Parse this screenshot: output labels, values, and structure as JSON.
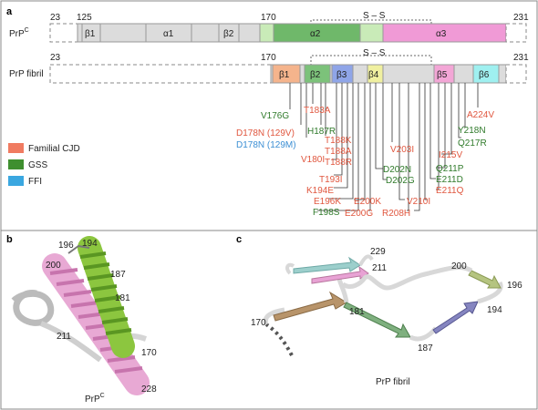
{
  "panel_a": {
    "label": "a",
    "prpc": {
      "row_label_main": "PrP",
      "row_label_sup": "C",
      "start_num": "23",
      "num_125": "125",
      "num_170": "170",
      "end_num": "231",
      "ss_label": "S – S",
      "segments": {
        "beta1": "β1",
        "alpha1": "α1",
        "beta2": "β2",
        "alpha2": "α2",
        "alpha3": "α3"
      }
    },
    "fibril": {
      "row_label": "PrP fibril",
      "start_num": "23",
      "num_170": "170",
      "end_num": "231",
      "ss_label": "S – S",
      "segments": {
        "beta1": "β1",
        "beta2": "β2",
        "beta3": "β3",
        "beta4": "β4",
        "beta5": "β5",
        "beta6": "β6"
      }
    },
    "legend": [
      {
        "label": "Familial CJD",
        "color": "#f07b61"
      },
      {
        "label": "GSS",
        "color": "#3f8f2f"
      },
      {
        "label": "FFI",
        "color": "#3aa7e0"
      }
    ],
    "mutations": {
      "V176G": "V176G",
      "D178N_129V": "D178N (129V)",
      "D178N_129M": "D178N (129M)",
      "V180I": "V180I",
      "T183A": "T183A",
      "H187R": "H187R",
      "T188K": "T188K",
      "T188A": "T188A",
      "T188R": "T188R",
      "T193I": "T193I",
      "K194E": "K194E",
      "E196K": "E196K",
      "F198S": "F198S",
      "E200K": "E200K",
      "E200G": "E200G",
      "D202N": "D202N",
      "D202G": "D202G",
      "V203I": "V203I",
      "R208H": "R208H",
      "V210I": "V210I",
      "E211D": "E211D",
      "E211Q": "E211Q",
      "Q211P": "Q211P",
      "I215V": "I215V",
      "Q217R": "Q217R",
      "Y218N": "Y218N",
      "A224V": "A224V"
    }
  },
  "panel_b": {
    "label": "b",
    "residues": {
      "r196": "196",
      "r194": "194",
      "r200": "200",
      "r187": "187",
      "r181": "181",
      "r211": "211",
      "r170": "170",
      "r228": "228"
    },
    "caption_main": "PrP",
    "caption_sup": "C"
  },
  "panel_c": {
    "label": "c",
    "residues": {
      "r229": "229",
      "r211": "211",
      "r200": "200",
      "r196": "196",
      "r170": "170",
      "r181": "181",
      "r194": "194",
      "r187": "187"
    },
    "caption": "PrP fibril"
  },
  "colors": {
    "alpha2": "#6fb86a",
    "alpha3": "#f09ad6",
    "beta1_fibril": "#f5b48c",
    "beta2_fibril": "#7cc27a",
    "beta3_fibril": "#8fa5e8",
    "beta4_fibril": "#f0f0a0",
    "beta5_fibril": "#f3a6d6",
    "beta6_fibril": "#9ff0f0",
    "light_green": "#c9ebb8",
    "grey": "#dcdcdc"
  }
}
